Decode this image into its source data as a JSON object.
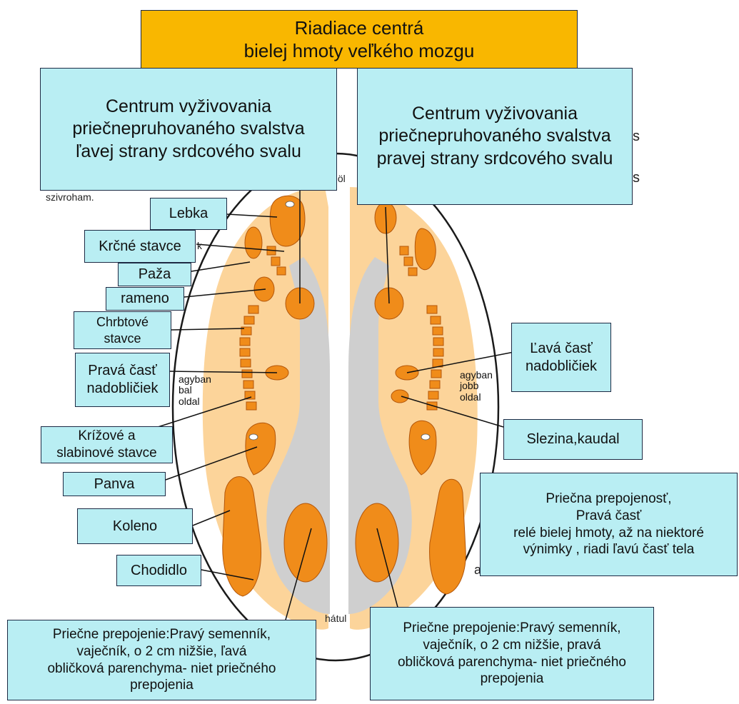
{
  "title": "Riadiace centrá\nbielej hmoty veľkého mozgu",
  "orientation": {
    "front": "elöl",
    "back": "hátul"
  },
  "hemisphere_labels": {
    "left": "agyban\nbal\noldal",
    "right": "agyban\njobb\noldal"
  },
  "background_text": {
    "frag1": "szivroham.",
    "frag2": "k",
    "frag3": "a",
    "frag4": "s",
    "frag5": "s"
  },
  "callouts": {
    "top_left": "Centrum vyživovania\npriečnepruhovaného svalstva\nľavej strany srdcového svalu",
    "top_right": "Centrum vyživovania\npriečnepruhovaného svalstva\npravej strany srdcového svalu",
    "lebka": "Lebka",
    "krcne_stavce": "Krčné stavce",
    "paza": "Paža",
    "rameno": "rameno",
    "chrbtove_stavce": "Chrbtové\nstavce",
    "prava_cast_nadobliciek": "Pravá časť\nnadobličiek",
    "krizove_stavce": "Krížové a\nslabinové stavce",
    "panva": "Panva",
    "koleno": "Koleno",
    "chodidlo": "Chodidlo",
    "lava_cast_nadobliciek": "Ľavá  časť\nnadobličiek",
    "slezina": "Slezina,kaudal",
    "priecna_prepojenost": "Priečna prepojenosť,\nPravá časť\nrelé bielej hmoty, až na niektoré\nvýnimky , riadi ľavú časť  tela",
    "bottom_left": "Priečne prepojenie:Pravý semenník,\nvaječník, o 2 cm nižšie, ľavá\nobličková parenchyma- niet priečného\nprepojenia",
    "bottom_right": "Priečne prepojenie:Pravý semenník,\nvaječník, o 2 cm nižšie, pravá\nobličková parenchyma- niet priečného\nprepojenia"
  },
  "colors": {
    "light_orange": "#fcd49a",
    "orange": "#f08c1a",
    "grey": "#cfcfcf",
    "callout": "#b9eef3",
    "title": "#f9b700"
  }
}
